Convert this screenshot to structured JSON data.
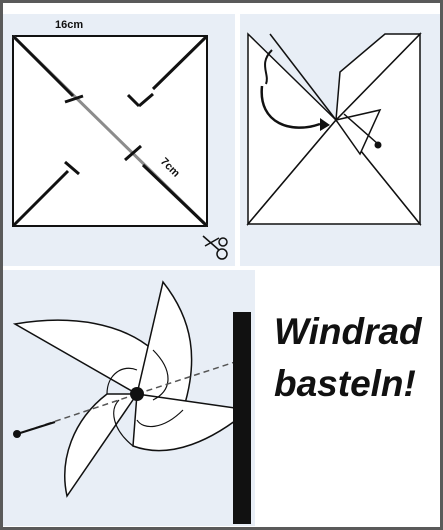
{
  "panels": {
    "square": {
      "size_label": "16cm",
      "cut_label": "7cm",
      "scissors_icon": "scissors-icon"
    },
    "folding": {
      "arrow_icon": "curved-arrow-icon"
    },
    "finished": {
      "pin_icon": "pin-icon"
    }
  },
  "title": {
    "line1": "Windrad",
    "line2": "basteln!"
  },
  "colors": {
    "background": "#e8eef6",
    "frame": "#5a5a5a",
    "ink": "#111111"
  }
}
